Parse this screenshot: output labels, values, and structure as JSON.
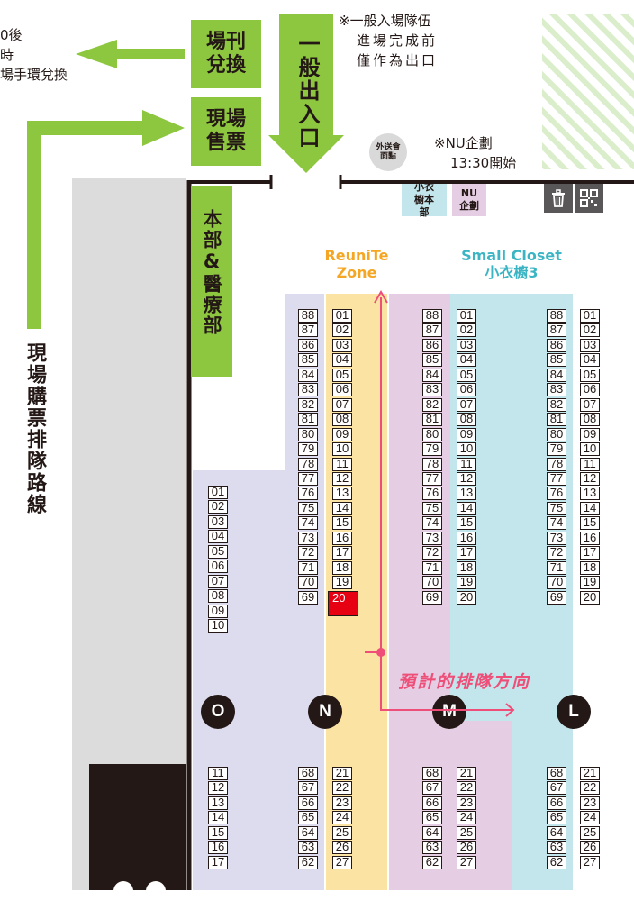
{
  "left_notes": {
    "line1": "0後",
    "line2": "時",
    "line3": "場手環兌換"
  },
  "exchange_box": "場刊兌換",
  "ticket_box": "現場售票",
  "entrance_box": "一般出入口",
  "queue_note": [
    "※一般入場隊伍",
    "進場完成前",
    "僅作為出口"
  ],
  "nu_note": [
    "※NU企劃",
    "13:30開始"
  ],
  "delivery_point": "外送會面點",
  "hq_box": "本部&醫療部",
  "queue_route_label": "現場購票排隊路線",
  "tags": {
    "closet_hq": "小衣櫥本部",
    "nu": "NU企劃"
  },
  "icons": {
    "trash": "trash-icon",
    "qr": "qr-icon"
  },
  "zones": {
    "reunite": "ReuniTe Zone",
    "small_closet_line1": "Small Closet",
    "small_closet_line2": "小衣櫥3"
  },
  "colors": {
    "green": "#8dc63f",
    "lavender": "#dcdcee",
    "yellow": "#fbe3a3",
    "pink": "#e5cde3",
    "cyan": "#c3e6ec",
    "highlight": "#e60012",
    "annotation": "#ee4e78"
  },
  "annotation": "預計的排隊方向",
  "rows": [
    "O",
    "N",
    "M",
    "L"
  ],
  "booths": {
    "o_top": [
      "01",
      "02",
      "03",
      "04",
      "05",
      "06",
      "07",
      "08",
      "09",
      "10"
    ],
    "o_bottom": [
      "11",
      "12",
      "13",
      "14",
      "15",
      "16",
      "17"
    ],
    "n_left_top": [
      "88",
      "87",
      "86",
      "85",
      "84",
      "83",
      "82",
      "81",
      "80",
      "79",
      "78",
      "77",
      "76",
      "75",
      "74",
      "73",
      "72",
      "71",
      "70",
      "69"
    ],
    "n_left_bottom": [
      "68",
      "67",
      "66",
      "65",
      "64",
      "63",
      "62"
    ],
    "n_right_top": [
      "01",
      "02",
      "03",
      "04",
      "05",
      "06",
      "07",
      "08",
      "09",
      "10",
      "11",
      "12",
      "13",
      "14",
      "15",
      "16",
      "17",
      "18",
      "19",
      "20"
    ],
    "n_right_bottom": [
      "21",
      "22",
      "23",
      "24",
      "25",
      "26",
      "27"
    ],
    "m_left_top": [
      "88",
      "87",
      "86",
      "85",
      "84",
      "83",
      "82",
      "81",
      "80",
      "79",
      "78",
      "77",
      "76",
      "75",
      "74",
      "73",
      "72",
      "71",
      "70",
      "69"
    ],
    "m_left_bottom": [
      "68",
      "67",
      "66",
      "65",
      "64",
      "63",
      "62"
    ],
    "m_right_top": [
      "01",
      "02",
      "03",
      "04",
      "05",
      "06",
      "07",
      "08",
      "09",
      "10",
      "11",
      "12",
      "13",
      "14",
      "15",
      "16",
      "17",
      "18",
      "19",
      "20"
    ],
    "m_right_bottom": [
      "21",
      "22",
      "23",
      "24",
      "25",
      "26",
      "27"
    ],
    "l_left_top": [
      "88",
      "87",
      "86",
      "85",
      "84",
      "83",
      "82",
      "81",
      "80",
      "79",
      "78",
      "77",
      "76",
      "75",
      "74",
      "73",
      "72",
      "71",
      "70",
      "69"
    ],
    "l_left_bottom": [
      "68",
      "67",
      "66",
      "65",
      "64",
      "63",
      "62"
    ],
    "l_right_top": [
      "01",
      "02",
      "03",
      "04",
      "05",
      "06",
      "07",
      "08",
      "09",
      "10",
      "11",
      "12",
      "13",
      "14",
      "15",
      "16",
      "17",
      "18",
      "19",
      "20"
    ],
    "l_right_bottom": [
      "21",
      "22",
      "23",
      "24",
      "25",
      "26",
      "27"
    ]
  },
  "highlighted_booth": "20"
}
